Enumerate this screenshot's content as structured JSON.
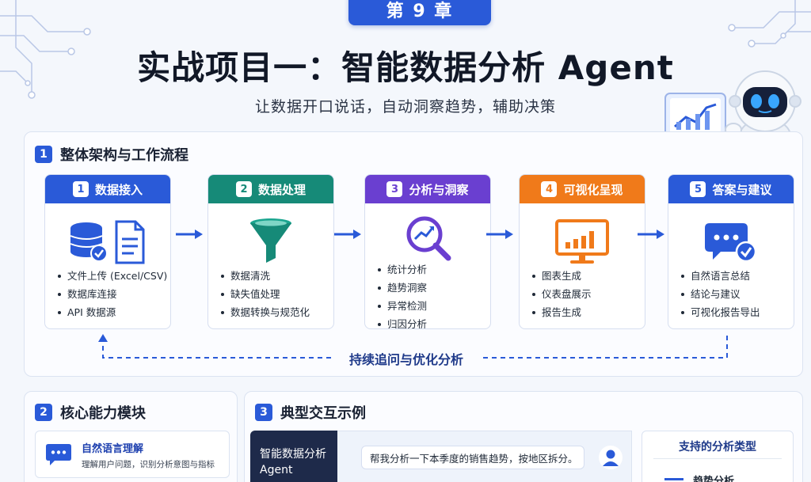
{
  "header": {
    "chapter": "第 9 章",
    "title": "实战项目一：智能数据分析 Agent",
    "subtitle": "让数据开口说话，自动洞察趋势，辅助决策"
  },
  "section1": {
    "num": "1",
    "title": "整体架构与工作流程",
    "steps": [
      {
        "num": "1",
        "title": "数据接入",
        "color": "#2a5ad8",
        "items": [
          "文件上传 (Excel/CSV)",
          "数据库连接",
          "API 数据源"
        ]
      },
      {
        "num": "2",
        "title": "数据处理",
        "color": "#168a78",
        "items": [
          "数据清洗",
          "缺失值处理",
          "数据转换与规范化"
        ]
      },
      {
        "num": "3",
        "title": "分析与洞察",
        "color": "#6a3fd0",
        "items": [
          "统计分析",
          "趋势洞察",
          "异常检测",
          "归因分析"
        ]
      },
      {
        "num": "4",
        "title": "可视化呈现",
        "color": "#f07a1a",
        "items": [
          "图表生成",
          "仪表盘展示",
          "报告生成"
        ]
      },
      {
        "num": "5",
        "title": "答案与建议",
        "color": "#2a5ad8",
        "items": [
          "自然语言总结",
          "结论与建议",
          "可视化报告导出"
        ]
      }
    ],
    "loop_label": "持续追问与优化分析"
  },
  "section2": {
    "num": "2",
    "title": "核心能力模块",
    "capability": {
      "title": "自然语言理解",
      "desc": "理解用户问题，识别分析意图与指标"
    }
  },
  "section3": {
    "num": "3",
    "title": "典型交互示例",
    "agent_tag_line1": "智能数据分析",
    "agent_tag_line2": "Agent",
    "user_message": "帮我分析一下本季度的销售趋势，按地区拆分。",
    "types_title": "支持的分析类型",
    "types_first": "趋势分析"
  },
  "colors": {
    "primary": "#2a5ad8",
    "teal": "#168a78",
    "purple": "#6a3fd0",
    "orange": "#f07a1a"
  }
}
